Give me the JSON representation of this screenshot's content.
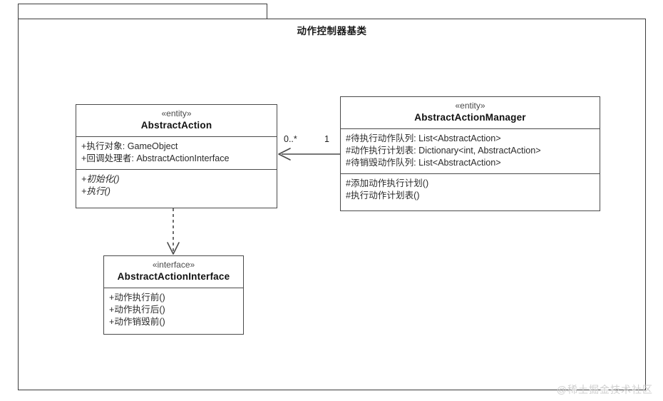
{
  "diagram": {
    "package_title": "动作控制器基类",
    "package_tab_label": "",
    "watermark": "@稀土掘金技术社区"
  },
  "classes": {
    "abstract_action": {
      "stereotype": "«entity»",
      "name": "AbstractAction",
      "attributes": [
        "+执行对象: GameObject",
        "+回调处理者: AbstractActionInterface"
      ],
      "operations": [
        "+初始化()",
        "+执行()"
      ]
    },
    "action_manager": {
      "stereotype": "«entity»",
      "name": "AbstractActionManager",
      "attributes": [
        "#待执行动作队列: List<AbstractAction>",
        "#动作执行计划表: Dictionary<int, AbstractAction>",
        "#待销毁动作队列: List<AbstractAction>"
      ],
      "operations": [
        "#添加动作执行计划()",
        "#执行动作计划表()"
      ]
    },
    "action_interface": {
      "stereotype": "«interface»",
      "name": "AbstractActionInterface",
      "attributes": [],
      "operations": [
        "+动作执行前()",
        "+动作执行后()",
        "+动作销毁前()"
      ]
    }
  },
  "relations": {
    "association": {
      "from": "AbstractActionManager",
      "to": "AbstractAction",
      "source_multiplicity": "1",
      "target_multiplicity": "0..*",
      "style": "solid-open-arrow"
    },
    "realization": {
      "from": "AbstractAction",
      "to": "AbstractActionInterface",
      "style": "dashed-open-arrow"
    }
  },
  "colors": {
    "frame": "#3c3c3c",
    "box_border": "#4a4a4a",
    "text": "#2b2b2b",
    "watermark": "#cfcfcf",
    "background": "#ffffff"
  }
}
